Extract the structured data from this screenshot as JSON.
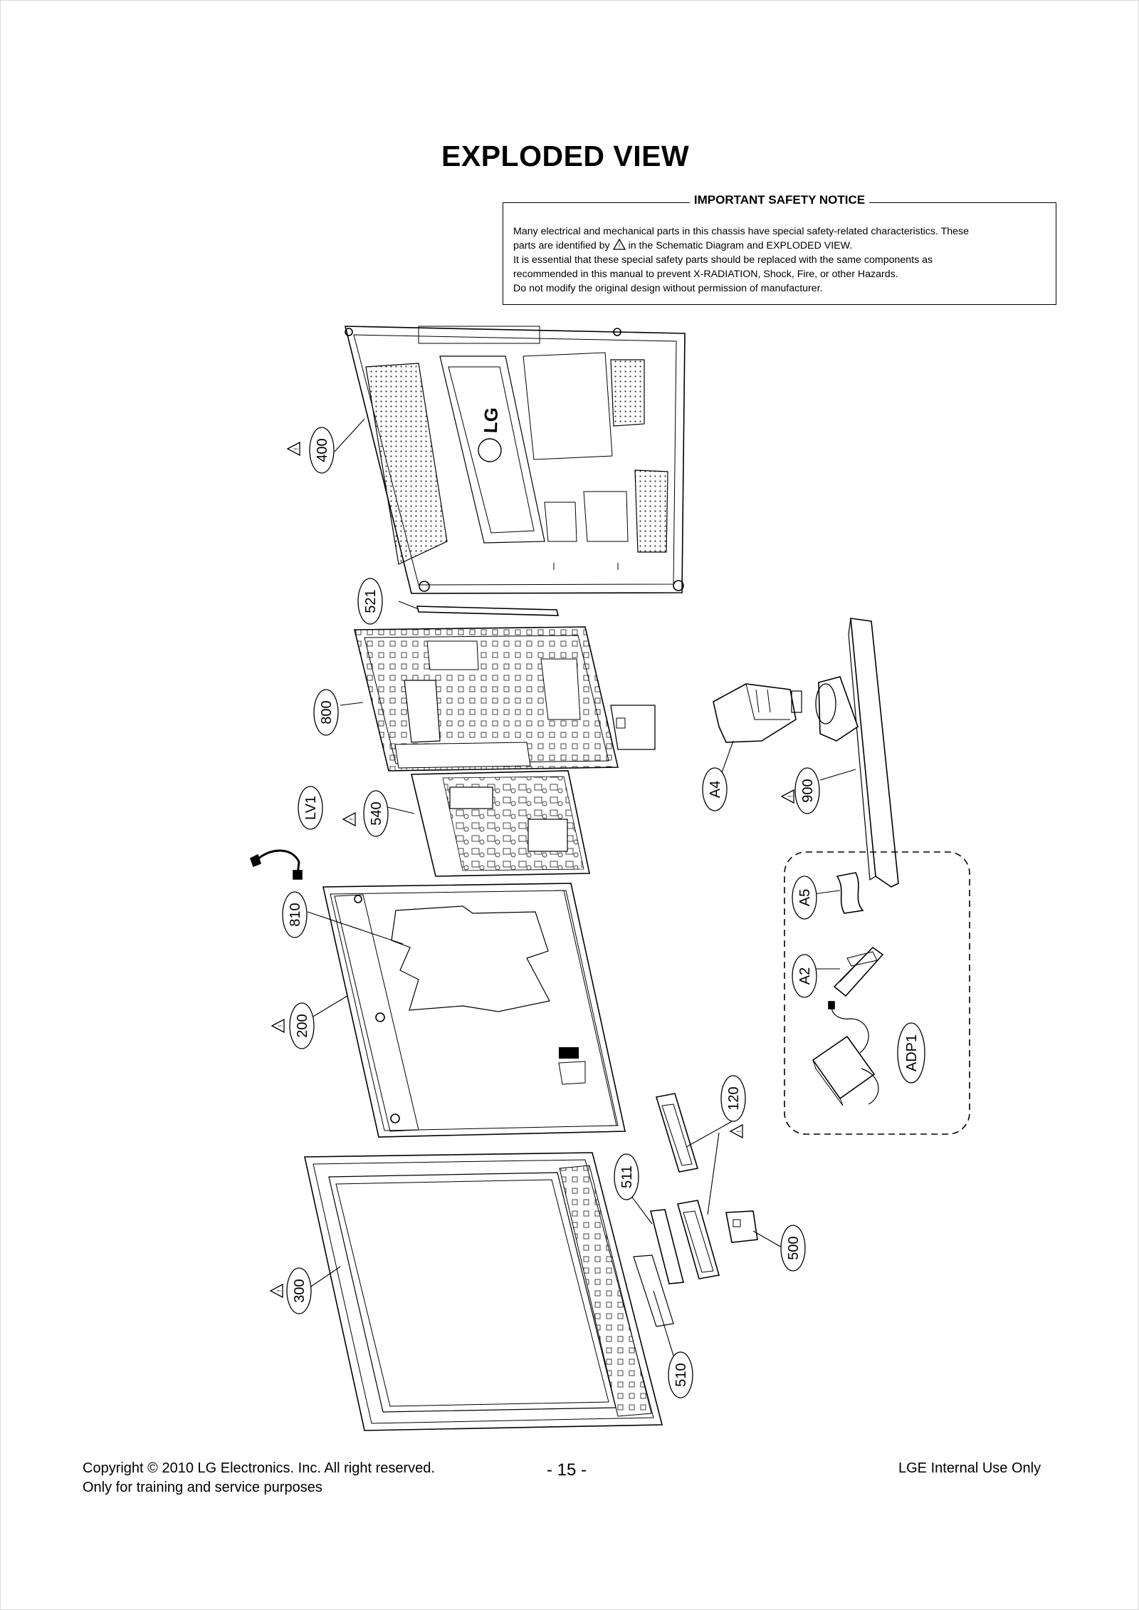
{
  "page": {
    "title": "EXPLODED VIEW",
    "page_number": "- 15 -"
  },
  "notice": {
    "heading": "IMPORTANT SAFETY NOTICE",
    "line1": "Many electrical and mechanical parts in this chassis have special safety-related characteristics. These",
    "line2_before": "parts are identified by",
    "line2_after": "in the Schematic Diagram and EXPLODED VIEW.",
    "line3": "It is essential that these special safety parts should be replaced with the same components as",
    "line4": "recommended in this manual to prevent X-RADIATION, Shock, Fire, or other Hazards.",
    "line5": "Do not modify the original design without permission of manufacturer."
  },
  "parts": {
    "p400": "400",
    "p521": "521",
    "p800": "800",
    "pA4": "A4",
    "p900": "900",
    "pLV1": "LV1",
    "p540": "540",
    "p810": "810",
    "p200": "200",
    "pA5": "A5",
    "pA2": "A2",
    "pADP1": "ADP1",
    "p120": "120",
    "p511": "511",
    "p500": "500",
    "p300": "300",
    "p510": "510"
  },
  "footer": {
    "copyright": "Copyright © 2010 LG Electronics. Inc. All right reserved.",
    "training": "Only for training and service purposes",
    "internal": "LGE Internal Use Only"
  },
  "logo_text": "LG"
}
